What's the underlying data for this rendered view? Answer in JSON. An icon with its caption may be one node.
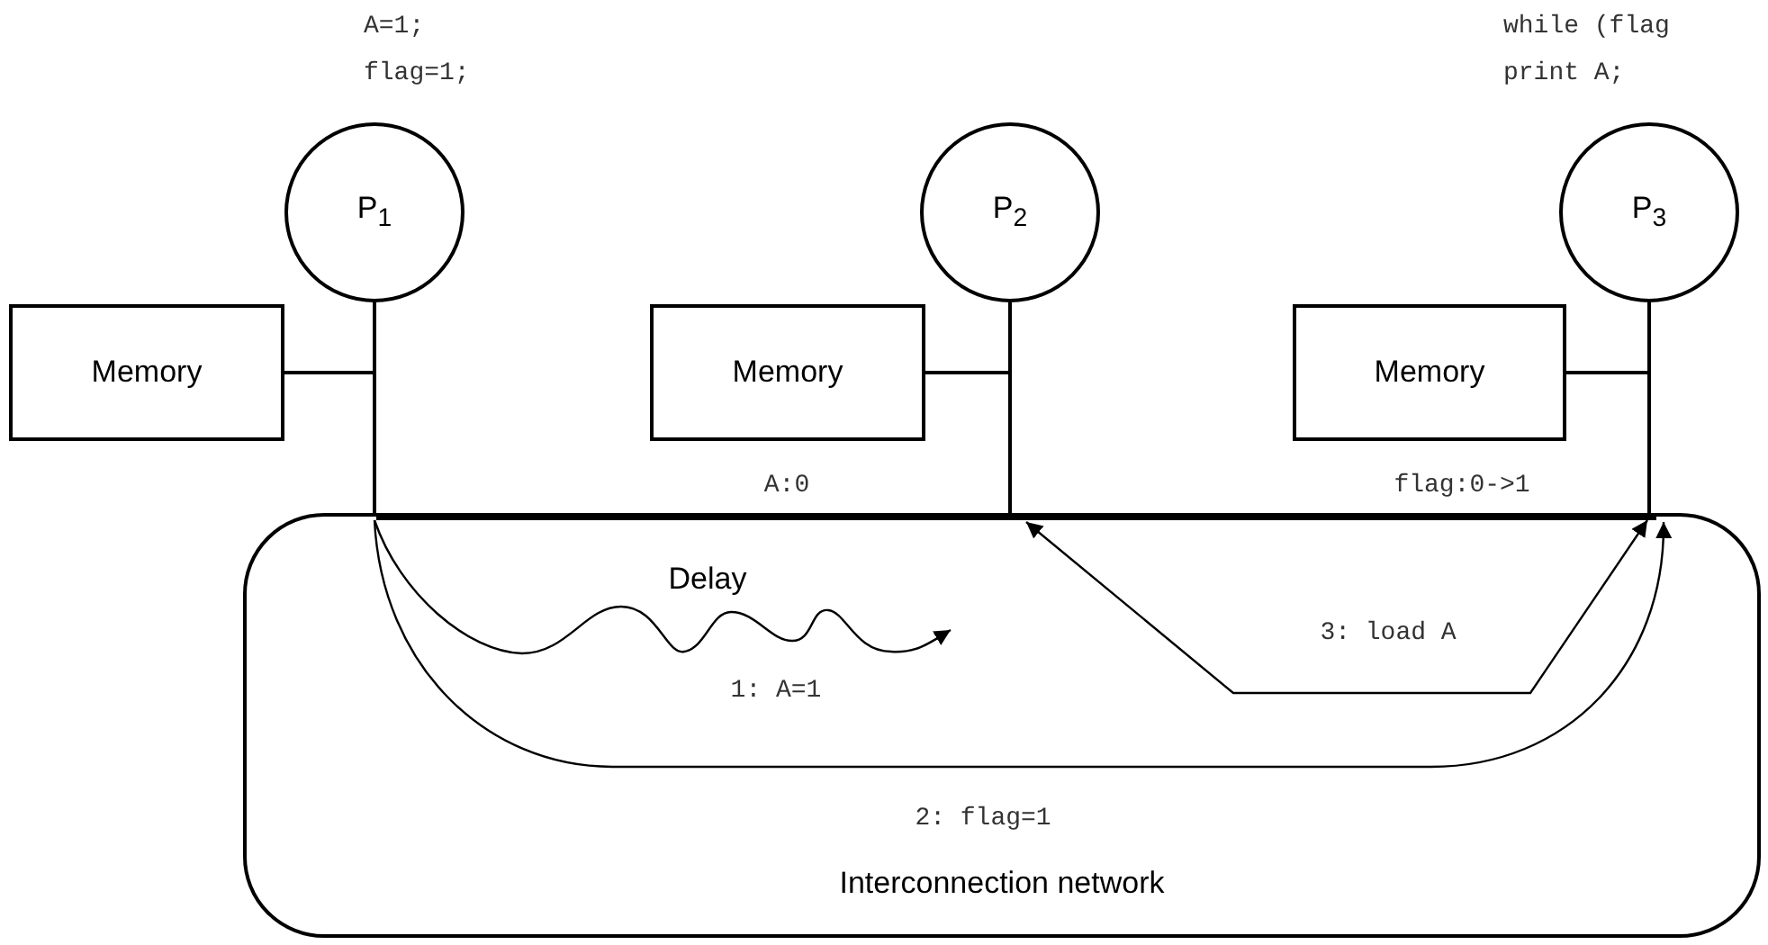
{
  "diagram": {
    "nodes": [
      {
        "text": [
          "P$_{1}$"
        ],
        "beside": [
          "A=1; flag=1;"
        ]
      },
      {
        "text": [
          "P$_{2}$"
        ]
      },
      {
        "text": [
          "P$_{3}$"
        ],
        "beside": [
          "while (flag print A;"
        ]
      },
      {
        "text": [
          "Memory"
        ]
      },
      {
        "text": [
          "Memory"
        ]
      },
      {
        "text": [
          "Memory"
        ]
      },
      {
        "text": [
          "Interconnection network"
        ]
      },
      {
        "text": [],
        "shape": "bar",
        "in": 6
      }
    ],
    "edges": [
      {
        "from": 0,
        "to": 7,
        "arrow": "none"
      },
      {
        "from": 1,
        "to": 7,
        "arrow": "none"
      },
      {
        "from": 2,
        "to": 7,
        "arrow": "none"
      },
      {
        "from": 3,
        "to": 7,
        "arrow": "none"
      },
      {
        "from": 4,
        "to": 7,
        "arrow": "none"
      },
      {
        "from": 5,
        "to": 7,
        "arrow": "none"
      },
      {
        "from": 7,
        "to": null,
        "arrow": "to",
        "label": "1: A=1"
      },
      {
        "from": 7,
        "to": 7,
        "arrow": "to",
        "label": "2: flag=1"
      },
      {
        "from": 7,
        "to": 7,
        "arrow": "both",
        "label": "3: load A"
      }
    ],
    "labels": [
      "A:0",
      "flag:0->1",
      "Delay"
    ]
  }
}
